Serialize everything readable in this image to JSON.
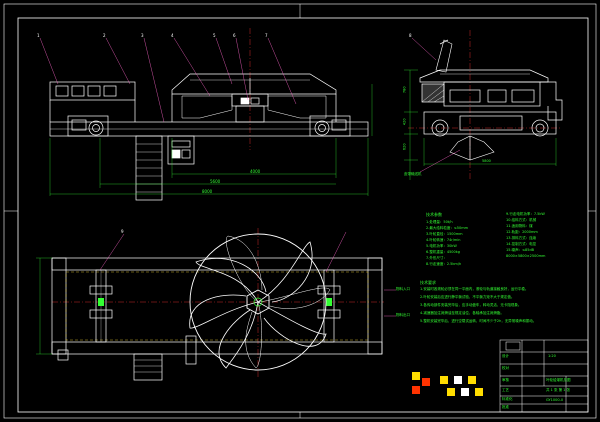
{
  "colors": {
    "background": "#000000",
    "outline": "#ffffff",
    "dims": "#33ff33",
    "centerline": "#ff3333",
    "hidden": "#ffdd33",
    "leader": "#ff66cc"
  },
  "dimensions": {
    "front_width_1": "4000",
    "front_width_2": "5600",
    "front_overall": "8000",
    "side_labels": [
      "780",
      "420",
      "620"
    ],
    "plan_width": "5800"
  },
  "balloons": [
    "1",
    "2",
    "3",
    "4",
    "5",
    "6",
    "7",
    "8",
    "9"
  ],
  "callouts": {
    "side_view": "皮带输送机",
    "plan_right_1": "物料入口",
    "plan_right_2": "物料出口"
  },
  "tech_params": {
    "title": "技术参数",
    "left": [
      "1.处理量：50t/h",
      "2.最大给料粒度：≤50mm",
      "3.叶轮直径：1500mm",
      "4.叶轮转速：74r/min",
      "5.电机功率：30kW",
      "6.整机重量：4500kg",
      "7.外形尺寸：",
      "8.行走速度：2.5km/h"
    ],
    "right": [
      "9.行走电机功率：7.5kW",
      "10.给料方式：机械",
      "11.适用物料：煤",
      "12.轨距：2000mm",
      "13.排料方式：连续",
      "14.控制方式：电控",
      "15.噪声：≤85dB",
      "8000×5800×2500mm"
    ]
  },
  "tech_reqs": {
    "title": "技术要求",
    "lines": [
      "1.安装时各滚轮必须在同一平面内，滚轮与轨道接触良好，运行平稳。",
      "2.叶轮安装后应进行静平衡试验，不平衡力矩不大于规定值。",
      "3.各传动部件安装完毕后，应手动盘车，转动灵活，无卡阻现象。",
      "4.减速器加注润滑油至规定油位，各轴承加注润滑脂。",
      "5.整机安装完毕后，进行空载试运转，时间不少于2h，无异常噪声和振动。"
    ]
  },
  "title_block": {
    "drawing_title": "叶轮给煤机总图",
    "drawing_no": "GY1000-0",
    "scale": "1:20",
    "labels": [
      "设计",
      "校对",
      "审核",
      "工艺",
      "标准化",
      "批准"
    ],
    "sheet": "共 1 张 第 1 张"
  },
  "swatches": [
    "#ffdd00",
    "#ff3300",
    "#ffdd00",
    "#ffffff",
    "#ffdd00",
    "#ff3300"
  ]
}
